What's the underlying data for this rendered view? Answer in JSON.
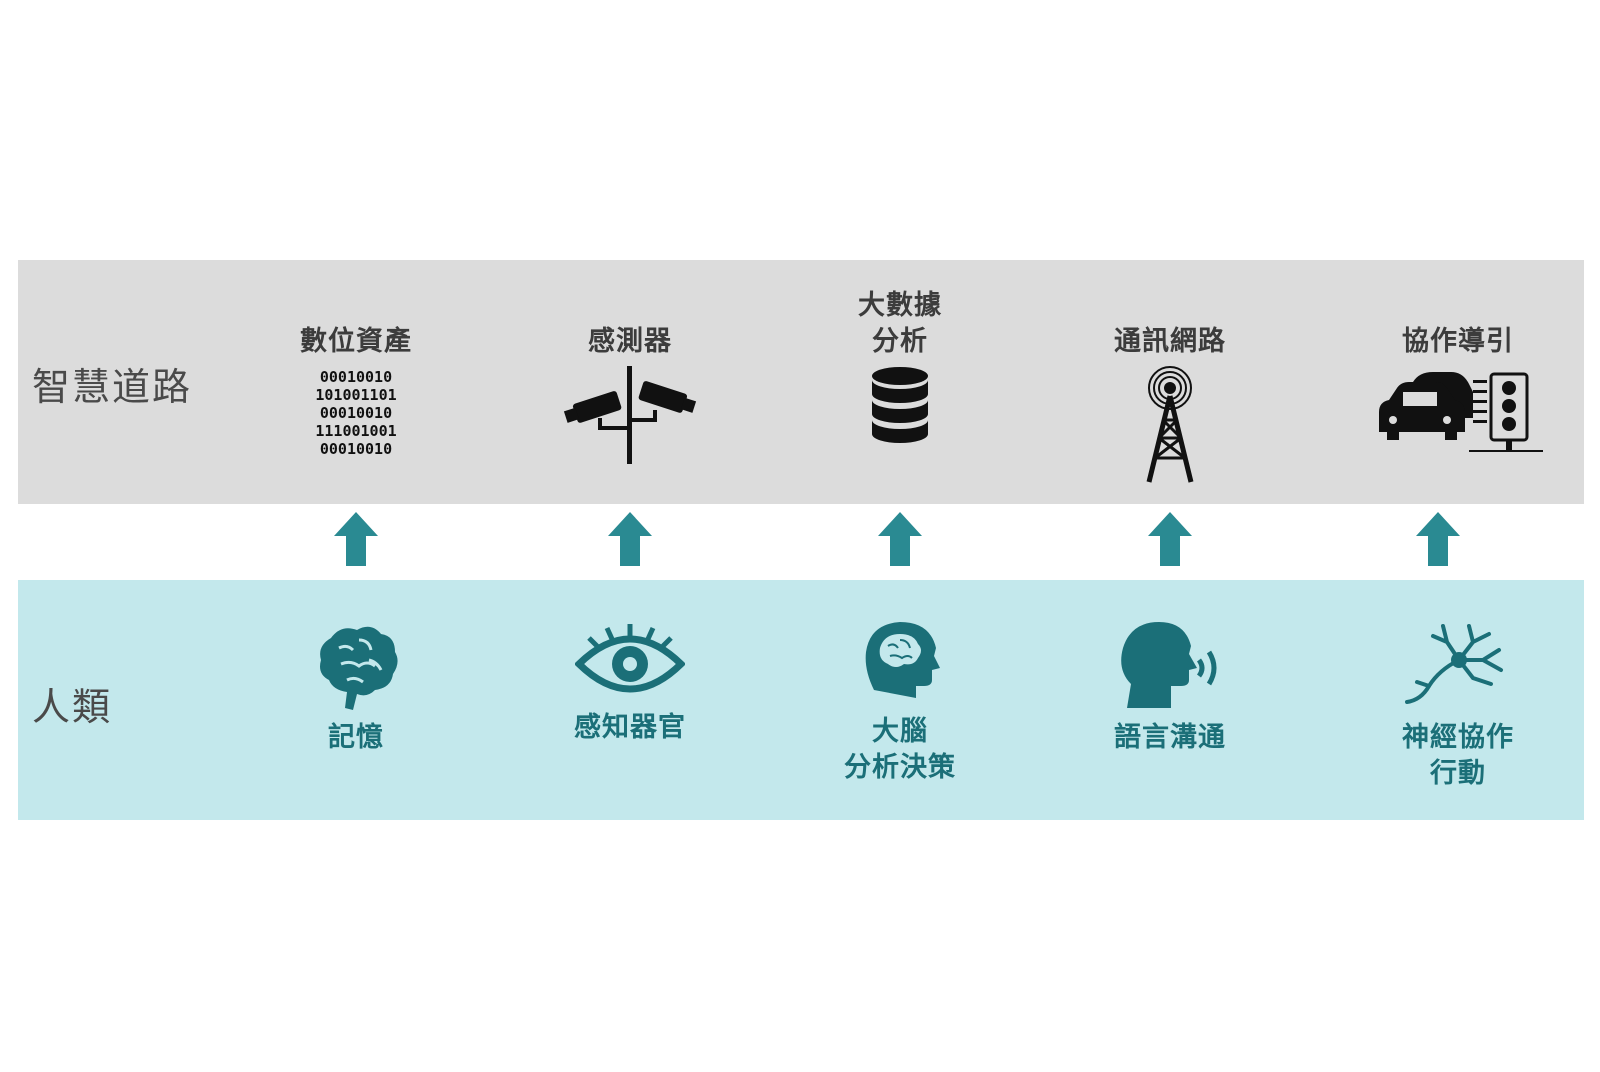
{
  "rows": {
    "smart_road": "智慧道路",
    "human": "人類"
  },
  "smart_road_items": [
    {
      "title": "數位資產",
      "icon": "binary-data-icon"
    },
    {
      "title": "感測器",
      "icon": "cctv-camera-icon"
    },
    {
      "title": "大數據\n分析",
      "icon": "database-icon"
    },
    {
      "title": "通訊網路",
      "icon": "radio-tower-icon"
    },
    {
      "title": "協作導引",
      "icon": "traffic-light-cars-icon"
    }
  ],
  "binary_lines": "00010010\n101001101\n00010010\n111001001\n00010010",
  "human_items": [
    {
      "title": "記憶",
      "icon": "brain-icon"
    },
    {
      "title": "感知器官",
      "icon": "eye-icon"
    },
    {
      "title": "大腦\n分析決策",
      "icon": "head-brain-icon"
    },
    {
      "title": "語言溝通",
      "icon": "speaking-head-icon"
    },
    {
      "title": "神經協作\n行動",
      "icon": "neuron-icon"
    }
  ],
  "colors": {
    "top_band": "#dcdcdc",
    "bottom_band": "#c3e8ec",
    "teal": "#1b6f78",
    "arrow": "#2a8a92"
  }
}
